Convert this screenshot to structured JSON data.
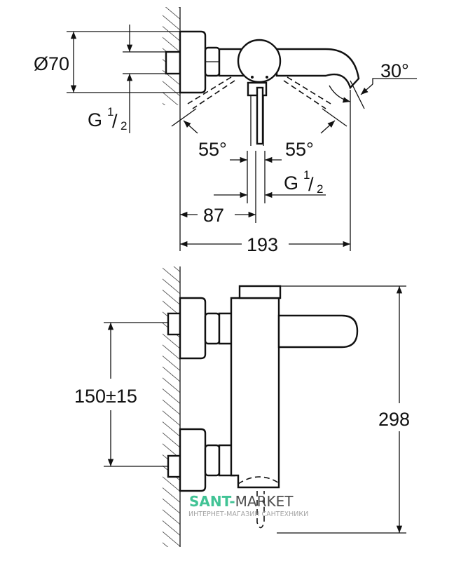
{
  "top_view": {
    "diameter_label": "Ø70",
    "thread_left": {
      "main": "G",
      "sup": "1",
      "sub": "2"
    },
    "angle_left": "55°",
    "angle_right": "55°",
    "thread_bottom": {
      "main": "G",
      "sup": "1",
      "sub": "2"
    },
    "spout_angle": "30°",
    "dim_87": "87",
    "dim_193": "193"
  },
  "side_view": {
    "dim_spacing": "150±15",
    "dim_height": "298"
  },
  "watermark": {
    "brand_green": "SANT-",
    "brand_dark": "MARKET",
    "tagline": "ИНТЕРНЕТ-МАГАЗИН САНТЕХНИКИ",
    "green_color": "#2dbd8a"
  }
}
